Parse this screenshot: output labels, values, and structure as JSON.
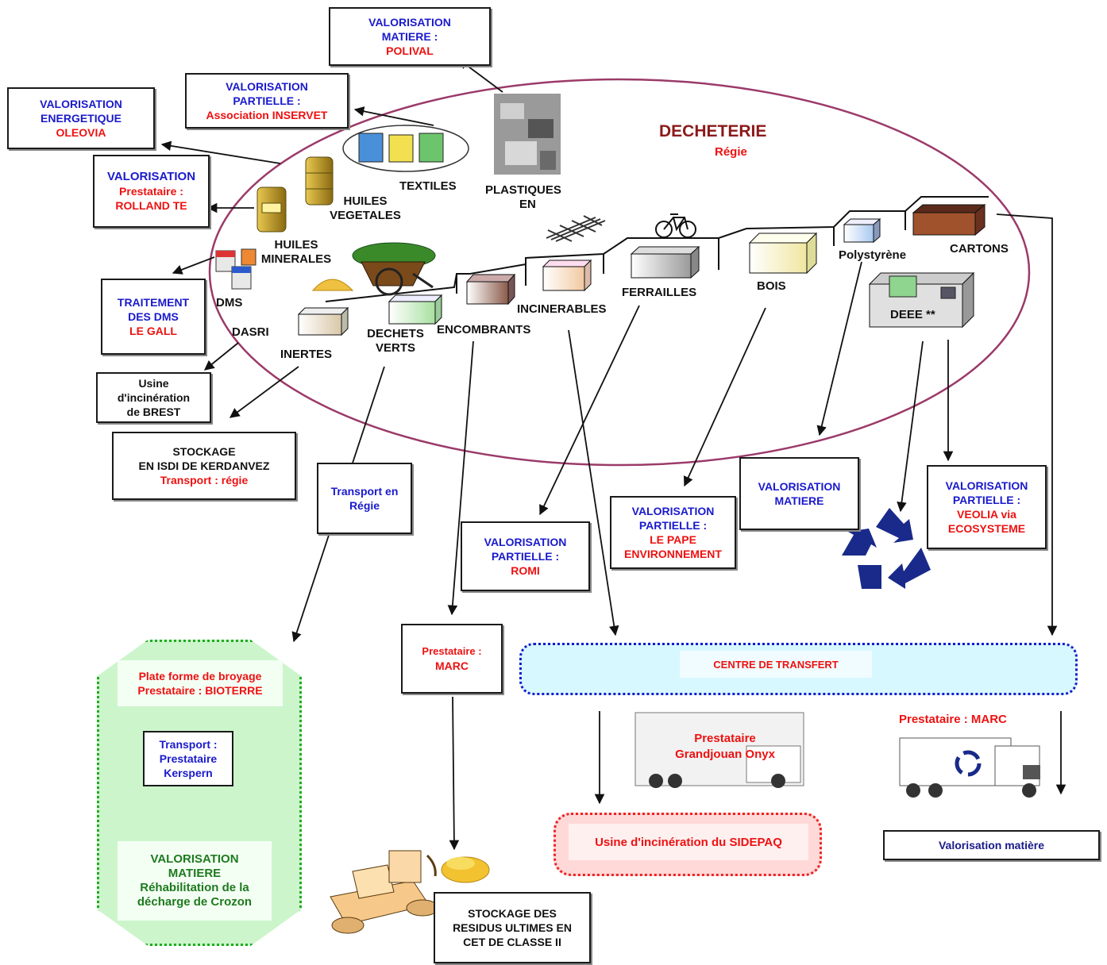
{
  "decheterie": {
    "title": "DECHETERIE",
    "subtitle": "Régie"
  },
  "labels": {
    "textiles": "TEXTILES",
    "plastiques_1": "PLASTIQUES",
    "plastiques_2": "EN",
    "huiles_veg_1": "HUILES",
    "huiles_veg_2": "VEGETALES",
    "huiles_min_1": "HUILES",
    "huiles_min_2": "MINERALES",
    "dms": "DMS",
    "dasri": "DASRI",
    "inertes": "INERTES",
    "dechets_verts_1": "DECHETS",
    "dechets_verts_2": "VERTS",
    "encombrants": "ENCOMBRANTS",
    "incinerables": "INCINERABLES",
    "ferrailles": "FERRAILLES",
    "bois": "BOIS",
    "polystyrene": "Polystyrène",
    "cartons": "CARTONS",
    "deee": "DEEE **"
  },
  "boxes": {
    "polival": {
      "l1": "VALORISATION",
      "l2": "MATIERE :",
      "l3": "POLIVAL"
    },
    "inservet": {
      "l1": "VALORISATION",
      "l2": "PARTIELLE :",
      "l3": "Association INSERVET"
    },
    "oleovia": {
      "l1": "VALORISATION",
      "l2": "ENERGETIQUE",
      "l3": "OLEOVIA"
    },
    "rolland": {
      "l1": "VALORISATION",
      "l2": "Prestataire :",
      "l3": "ROLLAND TE"
    },
    "gall": {
      "l1": "TRAITEMENT",
      "l2": "DES DMS",
      "l3": "LE GALL"
    },
    "brest": {
      "l1": "Usine",
      "l2": "d'incinération",
      "l3": "de BREST"
    },
    "isdi": {
      "l1": "STOCKAGE",
      "l2": "EN ISDI DE KERDANVEZ",
      "l3": "Transport : régie"
    },
    "transport_regie": {
      "l1": "Transport en",
      "l2": "Régie"
    },
    "romi": {
      "l1": "VALORISATION",
      "l2": "PARTIELLE :",
      "l3": "ROMI"
    },
    "pape": {
      "l1": "VALORISATION",
      "l2": "PARTIELLE :",
      "l3": "LE PAPE",
      "l4": "ENVIRONNEMENT"
    },
    "val_matiere": {
      "l1": "VALORISATION",
      "l2": "MATIERE"
    },
    "veolia": {
      "l1": "VALORISATION",
      "l2": "PARTIELLE :",
      "l3": "VEOLIA via",
      "l4": "ECOSYSTEME"
    },
    "marc": {
      "l1": "Prestataire :",
      "l2": "MARC"
    },
    "stockage_cet": {
      "l1": "STOCKAGE DES",
      "l2": "RESIDUS ULTIMES EN",
      "l3": "CET DE CLASSE II"
    },
    "valorisation_matiere_final": "Valorisation matière"
  },
  "bioterre": {
    "head1": "Plate forme de broyage",
    "head2": "Prestataire : BIOTERRE",
    "transport1": "Transport :",
    "transport2": "Prestataire",
    "transport3": "Kerspern",
    "val1": "VALORISATION",
    "val2": "MATIERE",
    "val3": "Réhabilitation de la",
    "val4": "décharge de Crozon"
  },
  "transfert": "CENTRE  DE TRANSFERT",
  "grandjouan": {
    "l1": "Prestataire",
    "l2": "Grandjouan Onyx"
  },
  "prestataire_marc_truck": "Prestataire : MARC",
  "sidepaq": "Usine d'incinération du SIDEPAQ",
  "colors": {
    "ellipse": "#9b3a6a",
    "blue_text": "#1a1acc",
    "red_text": "#ee1111",
    "recycle": "#1a2a8a"
  }
}
